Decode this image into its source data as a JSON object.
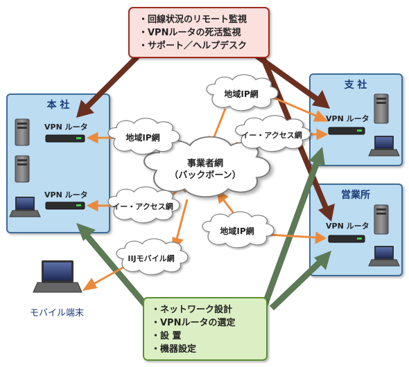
{
  "top_box": {
    "items": [
      "・回線状況のリモート監視",
      "・VPNルータの死活監視",
      "・サポート／ヘルプデスク"
    ]
  },
  "bottom_box": {
    "items": [
      "・ネットワーク設計",
      "・VPNルータの選定",
      "・設 置",
      "・機器設定"
    ]
  },
  "sites": {
    "honsha": {
      "title": "本 社",
      "router1": "VPN ルータ",
      "router2": "VPN ルータ"
    },
    "shisha": {
      "title": "支 社",
      "router": "VPN ルータ"
    },
    "eigyosho": {
      "title": "営業所",
      "router": "VPN ルータ"
    }
  },
  "center_cloud": {
    "line1": "事業者網",
    "line2": "（バックボーン）"
  },
  "clouds": {
    "regional_left": "地域IP網",
    "access_left": "イー・アクセス網",
    "mobile": "IIJモバイル網",
    "regional_top": "地域IP網",
    "access_right": "イー・アクセス網",
    "regional_bottom": "地域IP網"
  },
  "mobile_terminal": {
    "label": "モバイル端末"
  },
  "colors": {
    "site_fill": "#bcdcf2",
    "site_stroke": "#3d6c98",
    "top_box_fill": "#fbe1de",
    "top_box_stroke": "#a02b1e",
    "bottom_box_fill": "#dcefc4",
    "bottom_box_stroke": "#5d8e33",
    "orange_arrow": "#ec8a3c",
    "brown_arrow": "#6b2f1f",
    "green_arrow": "#5b7a55",
    "title_text": "#1a3a78"
  }
}
